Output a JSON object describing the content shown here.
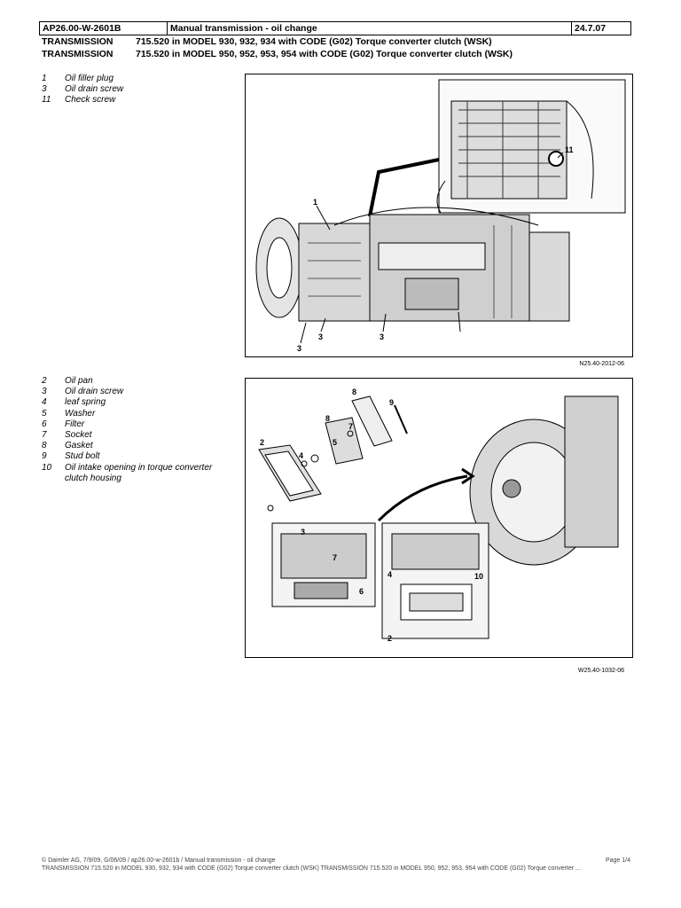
{
  "header": {
    "doc_id": "AP26.00-W-2601B",
    "title": "Manual transmission - oil change",
    "date": "24.7.07"
  },
  "transmission_lines": [
    {
      "label": "TRANSMISSION",
      "text": "715.520 in MODEL 930, 932, 934 with CODE (G02) Torque converter clutch (WSK)"
    },
    {
      "label": "TRANSMISSION",
      "text": "715.520 in MODEL 950, 952, 953, 954 with CODE (G02) Torque converter clutch (WSK)"
    }
  ],
  "figure1": {
    "legend": [
      {
        "num": "1",
        "text": "Oil filler plug"
      },
      {
        "num": "3",
        "text": "Oil drain screw"
      },
      {
        "num": "11",
        "text": "Check screw"
      }
    ],
    "callouts": [
      "1",
      "3",
      "3",
      "3",
      "11"
    ],
    "code": "N25.40-2012-06"
  },
  "figure2": {
    "legend": [
      {
        "num": "2",
        "text": "Oil pan"
      },
      {
        "num": "3",
        "text": "Oil drain screw"
      },
      {
        "num": "4",
        "text": "leaf spring"
      },
      {
        "num": "5",
        "text": "Washer"
      },
      {
        "num": "6",
        "text": "Filter"
      },
      {
        "num": "7",
        "text": "Socket"
      },
      {
        "num": "8",
        "text": "Gasket"
      },
      {
        "num": "9",
        "text": "Stud bolt"
      },
      {
        "num": "10",
        "text": "Oil intake opening in torque converter clutch housing"
      }
    ],
    "callouts": [
      "8",
      "9",
      "8",
      "7",
      "5",
      "4",
      "2",
      "3",
      "7",
      "6",
      "4",
      "10",
      "2"
    ],
    "code": "W25.40-1032-06"
  },
  "footer": {
    "line1": "© Daimler AG, 7/9/09, G/06/09 / ap26.00-w-2601b / Manual transmission - oil change",
    "page": "Page 1/4",
    "line2": "TRANSMISSION 715.520 in MODEL 930, 932, 934 with CODE (G02) Torque converter clutch (WSK) TRANSMISSION 715.520 in MODEL 950, 952, 953, 954 with CODE (G02) Torque converter ..."
  }
}
